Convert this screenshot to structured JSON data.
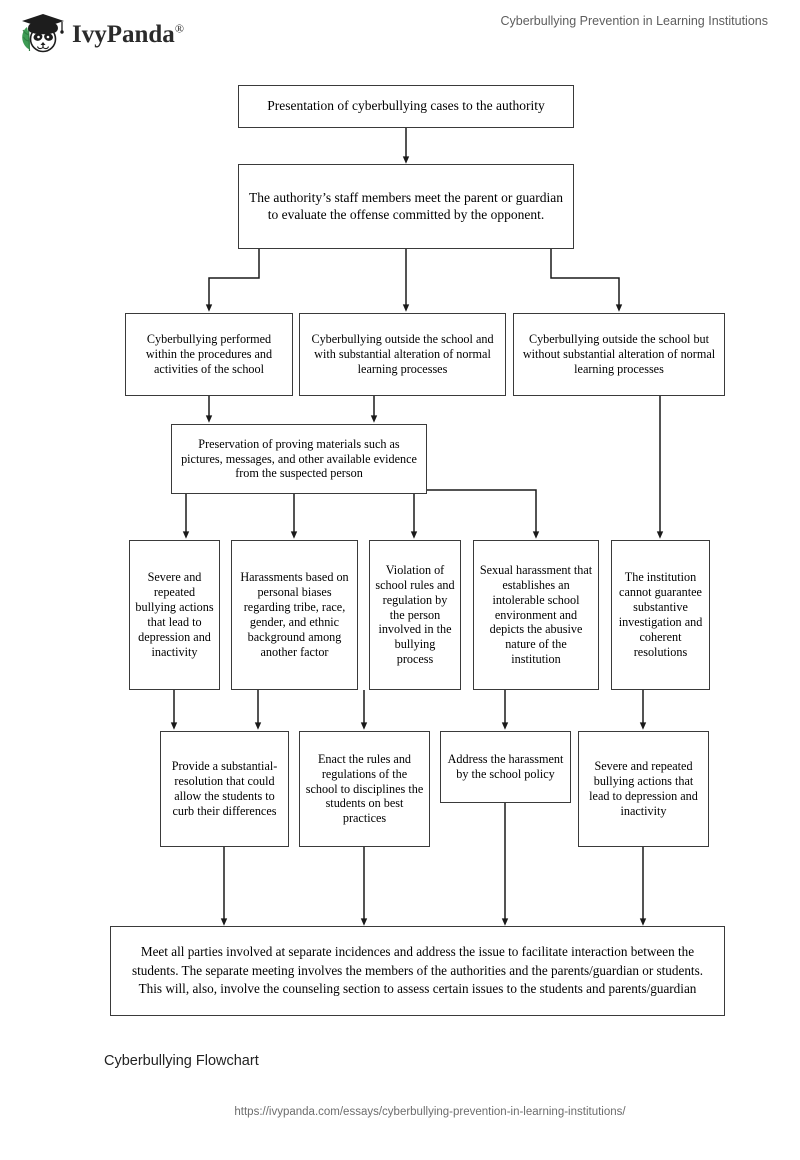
{
  "header": {
    "brand_name": "IvyPanda",
    "brand_registered_mark": "®",
    "logo_icon": "panda-graduation-cap-icon",
    "document_title": "Cyberbullying Prevention in Learning Institutions"
  },
  "diagram": {
    "caption": "Cyberbullying Flowchart",
    "type": "flowchart",
    "orientation": "top-down",
    "box_border_color": "#3a3a3a",
    "box_fill_color": "#ffffff",
    "connector_color": "#1a1a1a",
    "nodes": [
      {
        "id": "n1",
        "row": 1,
        "text": "Presentation of cyberbullying cases to the authority"
      },
      {
        "id": "n2",
        "row": 2,
        "text": "The authority’s staff members meet the parent or guardian to evaluate the offense committed by the opponent."
      },
      {
        "id": "n3a",
        "row": 3,
        "text": "Cyberbullying performed within the procedures and activities of the school"
      },
      {
        "id": "n3b",
        "row": 3,
        "text": "Cyberbullying outside the school and with substantial alteration of normal learning processes"
      },
      {
        "id": "n3c",
        "row": 3,
        "text": "Cyberbullying outside the school but without substantial alteration of normal learning processes"
      },
      {
        "id": "n4",
        "row": 4,
        "text": "Preservation of proving materials such as pictures, messages, and other available evidence from the suspected person"
      },
      {
        "id": "n5a",
        "row": 5,
        "text": "Severe and repeated bullying actions that lead to depression and inactivity"
      },
      {
        "id": "n5b",
        "row": 5,
        "text": "Harassments based on personal biases regarding tribe, race, gender, and ethnic background among another factor"
      },
      {
        "id": "n5c",
        "row": 5,
        "text": "Violation of school rules and regulation by the person involved in the bullying process"
      },
      {
        "id": "n5d",
        "row": 5,
        "text": "Sexual harassment that establishes an intolerable school environment and depicts the abusive nature of the institution"
      },
      {
        "id": "n5e",
        "row": 5,
        "text": "The institution cannot guarantee substantive investigation and coherent resolutions"
      },
      {
        "id": "n6a",
        "row": 6,
        "text": "Provide a substantial-resolution that could allow the students to curb their differences"
      },
      {
        "id": "n6b",
        "row": 6,
        "text": "Enact the rules and regulations of the school to disciplines the students on best practices"
      },
      {
        "id": "n6c",
        "row": 6,
        "text": "Address the harassment by the school policy"
      },
      {
        "id": "n6d",
        "row": 6,
        "text": "Severe and repeated bullying actions that lead to depression and inactivity"
      },
      {
        "id": "n7",
        "row": 7,
        "text": "Meet all parties involved at separate incidences and address the issue to facilitate interaction between the students. The separate meeting involves the members of the authorities and the parents/guardian or students. This will, also, involve the counseling section to assess certain issues to the students and parents/guardian"
      }
    ]
  },
  "footer": {
    "url": "https://ivypanda.com/essays/cyberbullying-prevention-in-learning-institutions/"
  }
}
